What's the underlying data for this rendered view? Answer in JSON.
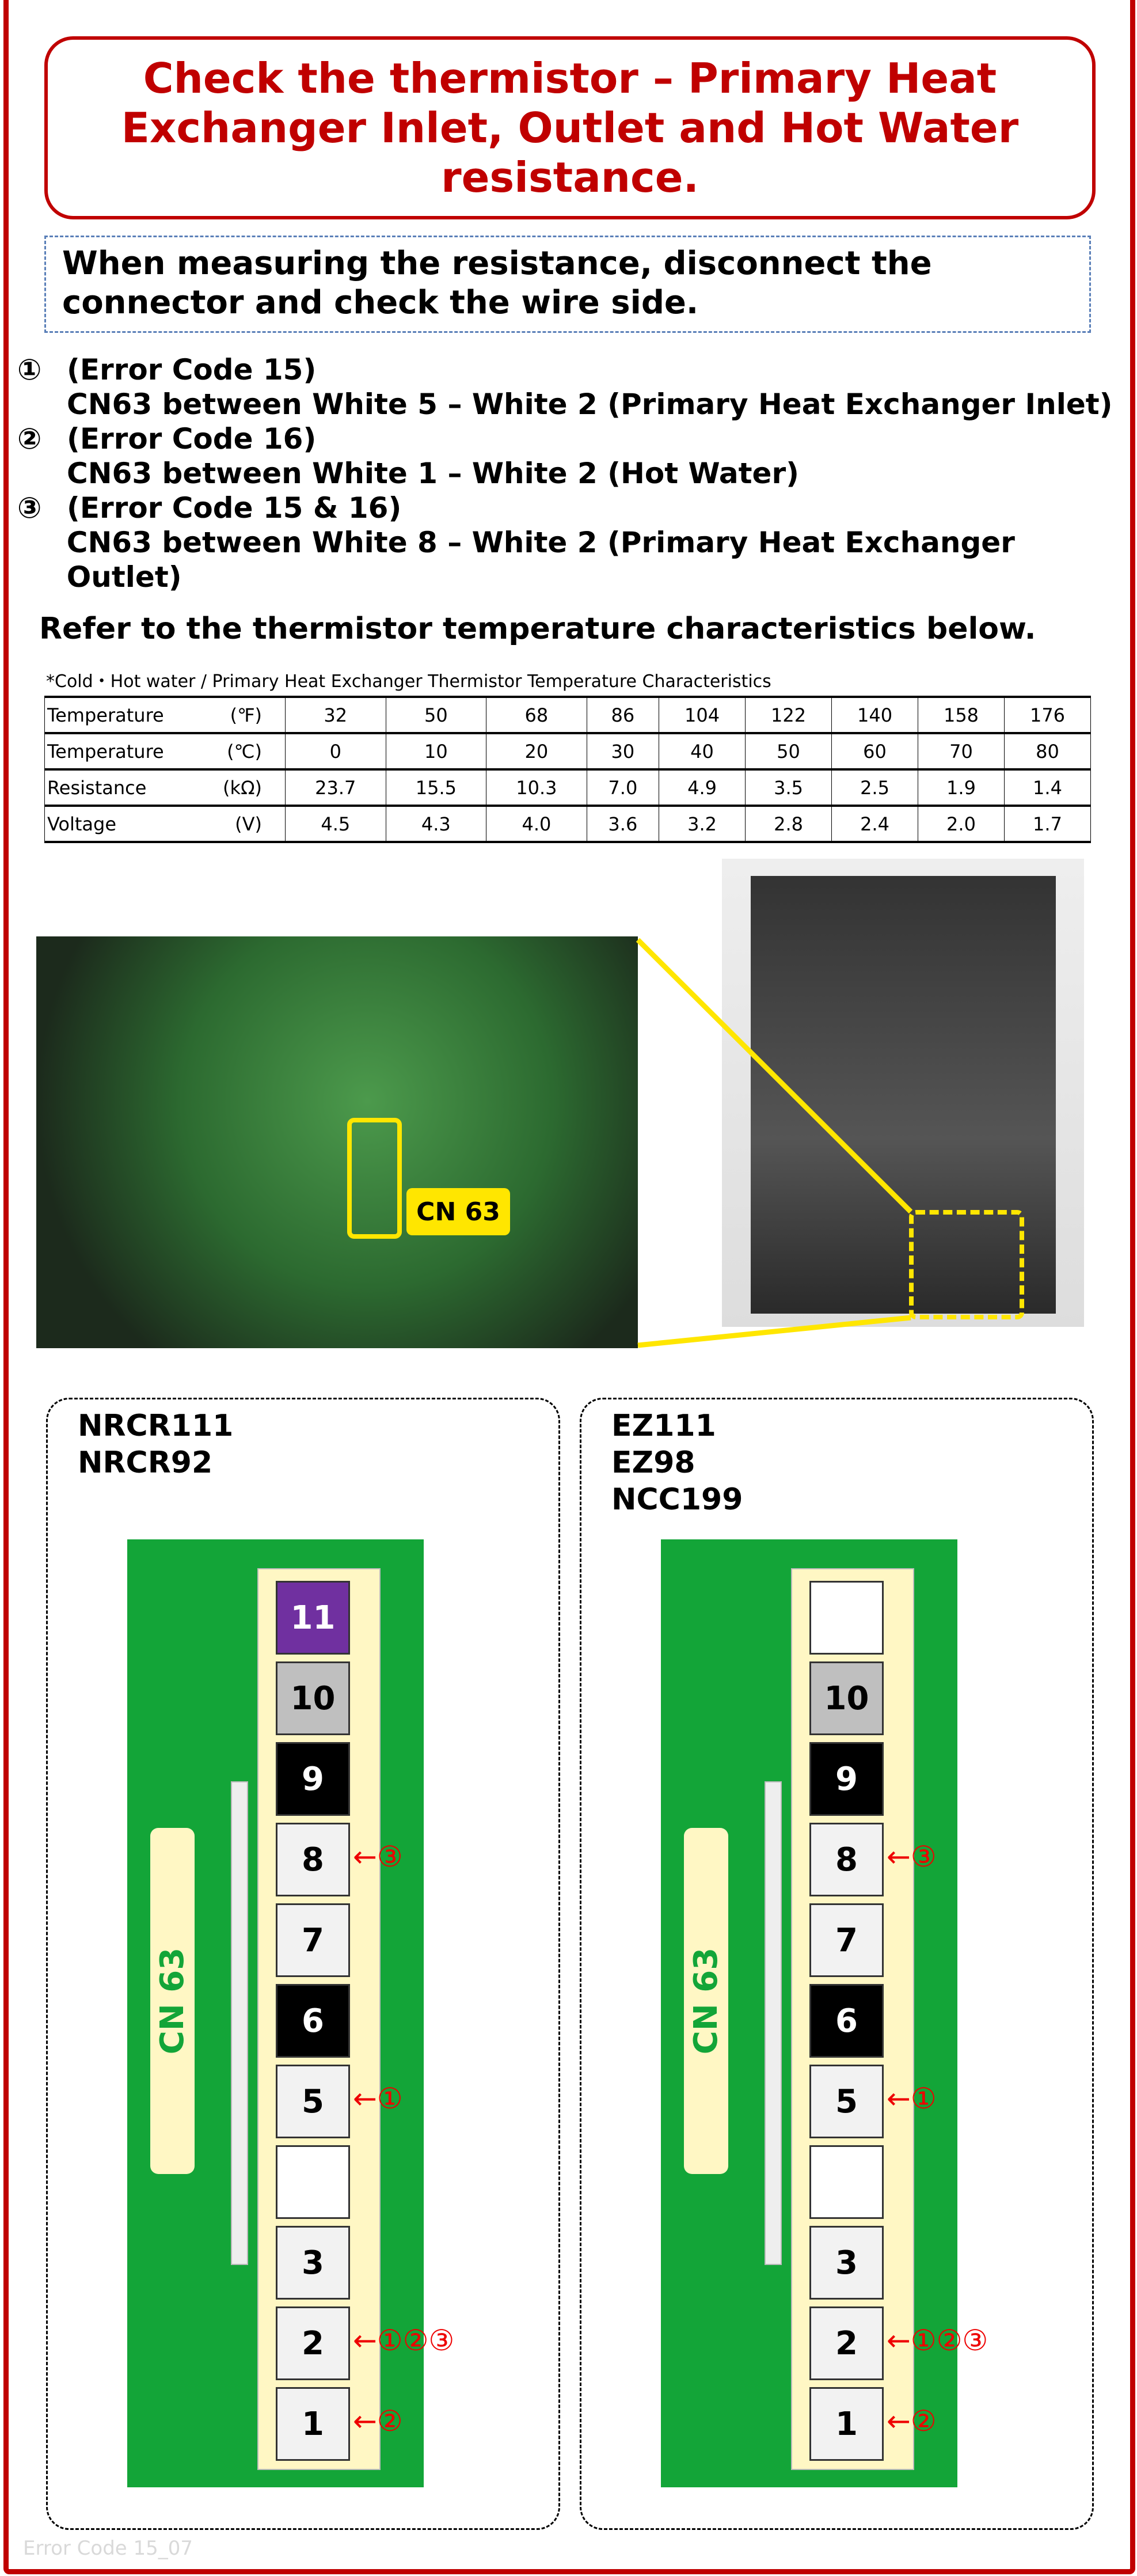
{
  "title": "Check the thermistor – Primary Heat Exchanger Inlet, Outlet and Hot Water resistance.",
  "note": "When measuring the resistance, disconnect the connector and check the wire side.",
  "items": [
    {
      "num": "①",
      "code": "(Error Code 15)",
      "desc": "CN63 between White 5 – White 2 (Primary Heat Exchanger Inlet)"
    },
    {
      "num": "②",
      "code": "(Error Code 16)",
      "desc": "CN63 between White 1 – White 2 (Hot Water)"
    },
    {
      "num": "③",
      "code": "(Error Code 15 & 16)",
      "desc": "CN63 between White 8 – White 2 (Primary Heat Exchanger Outlet)"
    }
  ],
  "refer": "Refer to the thermistor temperature characteristics below.",
  "table": {
    "caption": "*Cold・Hot water / Primary Heat Exchanger Thermistor Temperature Characteristics",
    "rows": [
      {
        "label": "Temperature",
        "unit": "(℉)",
        "values": [
          "32",
          "50",
          "68",
          "86",
          "104",
          "122",
          "140",
          "158",
          "176"
        ]
      },
      {
        "label": "Temperature",
        "unit": "(℃)",
        "values": [
          "0",
          "10",
          "20",
          "30",
          "40",
          "50",
          "60",
          "70",
          "80"
        ]
      },
      {
        "label": "Resistance",
        "unit": "(kΩ)",
        "values": [
          "23.7",
          "15.5",
          "10.3",
          "7.0",
          "4.9",
          "3.5",
          "2.5",
          "1.9",
          "1.4"
        ]
      },
      {
        "label": "Voltage",
        "unit": "(V)",
        "values": [
          "4.5",
          "4.3",
          "4.0",
          "3.6",
          "3.2",
          "2.8",
          "2.4",
          "2.0",
          "1.7"
        ]
      }
    ]
  },
  "photo": {
    "callout": "CN 63"
  },
  "panels": [
    {
      "models": [
        "NRCR111",
        "NRCR92"
      ],
      "cn_label": "CN 63",
      "pins": [
        {
          "n": "11",
          "c": "#7030a0"
        },
        {
          "n": "10",
          "c": "#bfbfbf"
        },
        {
          "n": "9",
          "c": "#000000"
        },
        {
          "n": "8",
          "c": "#f2f2f2",
          "a": "←③"
        },
        {
          "n": "7",
          "c": "#f2f2f2"
        },
        {
          "n": "6",
          "c": "#000000"
        },
        {
          "n": "5",
          "c": "#f2f2f2",
          "a": "←①"
        },
        {
          "n": "",
          "c": "#ffffff"
        },
        {
          "n": "3",
          "c": "#f2f2f2"
        },
        {
          "n": "2",
          "c": "#f2f2f2",
          "a": "←①②③"
        },
        {
          "n": "1",
          "c": "#f2f2f2",
          "a": "←②"
        }
      ]
    },
    {
      "models": [
        "EZ111",
        "EZ98",
        "NCC199"
      ],
      "cn_label": "CN 63",
      "pins": [
        {
          "n": "",
          "c": "#ffffff"
        },
        {
          "n": "10",
          "c": "#bfbfbf"
        },
        {
          "n": "9",
          "c": "#000000"
        },
        {
          "n": "8",
          "c": "#f2f2f2",
          "a": "←③"
        },
        {
          "n": "7",
          "c": "#f2f2f2"
        },
        {
          "n": "6",
          "c": "#000000"
        },
        {
          "n": "5",
          "c": "#f2f2f2",
          "a": "←①"
        },
        {
          "n": "",
          "c": "#ffffff"
        },
        {
          "n": "3",
          "c": "#f2f2f2"
        },
        {
          "n": "2",
          "c": "#f2f2f2",
          "a": "←①②③"
        },
        {
          "n": "1",
          "c": "#f2f2f2",
          "a": "←②"
        }
      ]
    }
  ],
  "footer": "Error Code 15_07"
}
